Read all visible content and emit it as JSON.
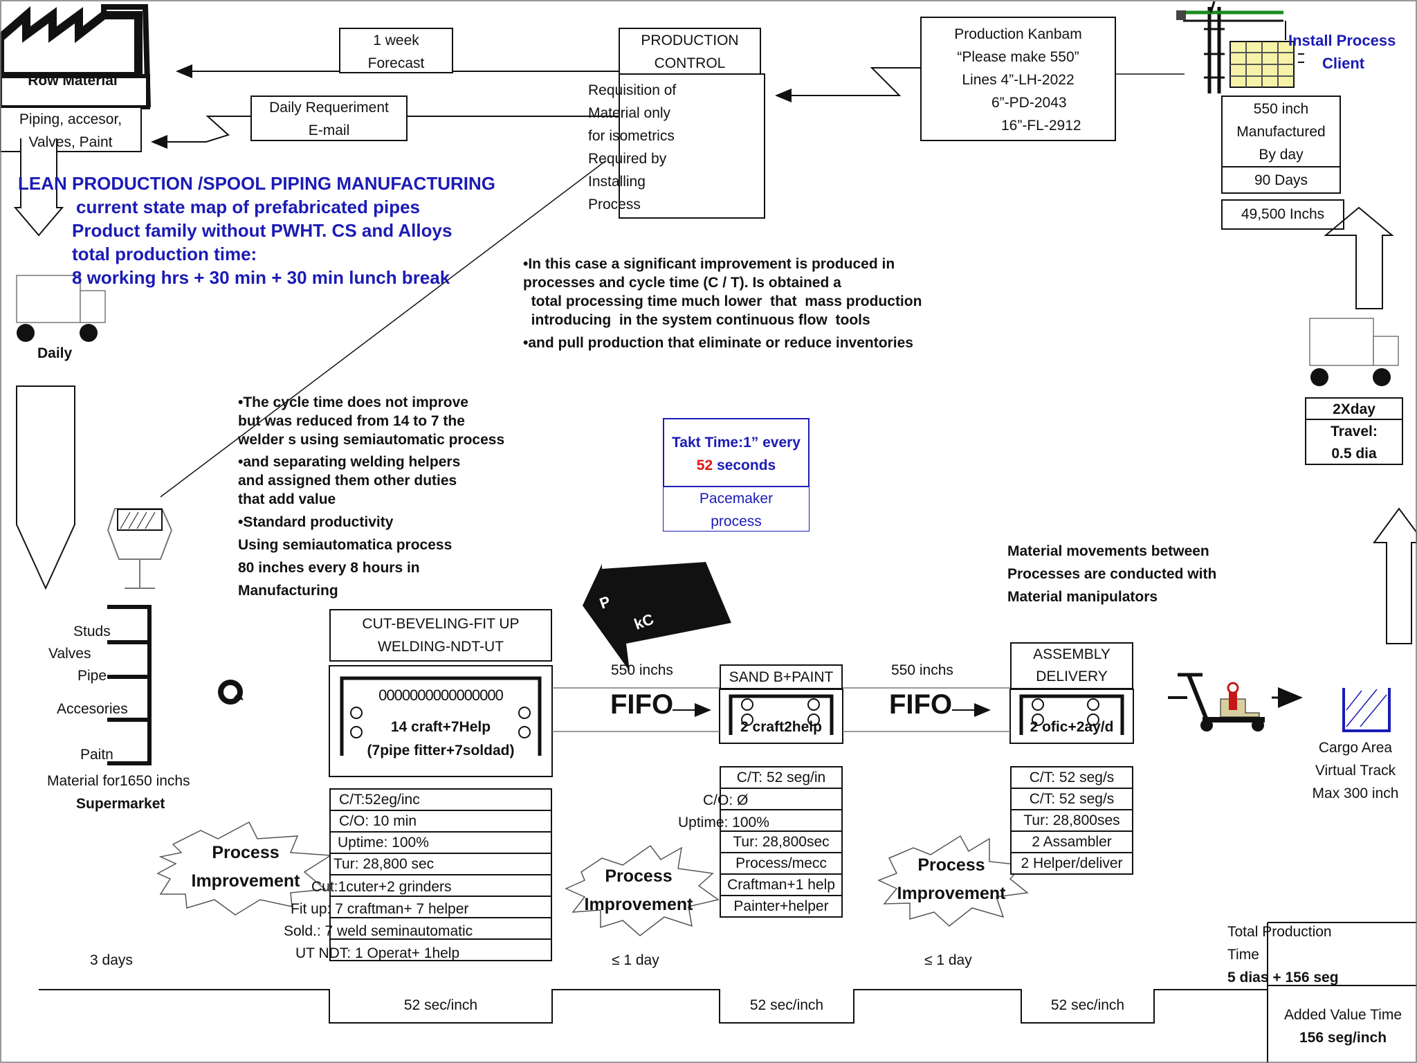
{
  "supplier": {
    "name": "Row Material",
    "items": [
      "Piping, accesor,",
      "Valves, Paint"
    ]
  },
  "forecast": [
    "1 week",
    "Forecast"
  ],
  "daily_requirement": [
    "Daily Requeriment",
    "E-mail"
  ],
  "production_control": {
    "title": [
      "PRODUCTION",
      "CONTROL"
    ],
    "body": [
      "Requisition  of",
      "Material only",
      "for  isometrics",
      "Required by",
      "Installing",
      "Process"
    ]
  },
  "kanban": [
    "Production Kanbam",
    "“Please  make  550”",
    "Lines 4”-LH-2022",
    "6”-PD-2043",
    "16”-FL-2912"
  ],
  "client": {
    "name": [
      "Install Process",
      "Client"
    ],
    "data": [
      "550 inch",
      "Manufactured",
      "By day"
    ],
    "days": "90 Days",
    "total": "49,500 Inchs"
  },
  "title_lines": [
    "LEAN PRODUCTION /SPOOL  PIPING MANUFACTURING",
    "current state map of prefabricated pipes",
    "Product family without PWHT. CS and Alloys",
    "total production time:",
    "8 working hrs + 30 min  + 30 min lunch break"
  ],
  "daily_label": "Daily",
  "shipping": [
    "2Xday",
    "Travel:",
    "0.5 dia"
  ],
  "improvement_notes": [
    "•In this case a significant improvement is produced in",
    "processes and cycle time (C / T). Is obtained a",
    "  total processing time much lower  that  mass production",
    "  introducing  in the system continuous flow  tools",
    "•and pull production that eliminate or reduce inventories"
  ],
  "cycle_notes": [
    "•The cycle time does not improve",
    "but was reduced from 14 to 7 the",
    "welder s using semiautomatic process",
    "•and separating welding helpers",
    "and assigned them other duties",
    "that add value",
    "•Standard productivity",
    "Using semiautomatica process",
    "80 inches every 8 hours in",
    "Manufacturing"
  ],
  "takt": {
    "prefix": "Takt Time:1” every",
    "seconds": "52",
    "suffix": "seconds"
  },
  "pacemaker": [
    "Pacemaker",
    "process"
  ],
  "material_notes": [
    "Material movements between",
    "Processes are conducted with",
    "Material manipulators"
  ],
  "supermarket": {
    "items": [
      "Studs",
      "Valves",
      "Pipe",
      "Accesories",
      "Paitn"
    ],
    "material": "Material for1650 inchs",
    "label": "Supermarket"
  },
  "process1": {
    "title": [
      "CUT-BEVELING-FIT UP",
      "WELDING-NDT-UT"
    ],
    "operators_marks": "0000000000000000",
    "crew": [
      "14 craft+7Help",
      "(7pipe fitter+7soldad)"
    ],
    "data": [
      "C/T:52eg/inc",
      "C/O: 10 min",
      "Uptime: 100%",
      "Tur: 28,800 sec",
      "Cut:1cuter+2 grinders",
      "Fit up: 7 craftman+ 7 helper",
      "Sold.: 7 weld seminautomatic",
      "UT NDT: 1 Operat+ 1help"
    ]
  },
  "process2": {
    "title": "SAND B+PAINT",
    "crew": "2 craft2help",
    "data": [
      "C/T: 52 seg/in",
      "C/O: Ø",
      "Uptime: 100%",
      "Tur: 28,800sec",
      "Process/mecc",
      "Craftman+1 help",
      "Painter+helper"
    ]
  },
  "process3": {
    "title": [
      "ASSEMBLY",
      "DELIVERY"
    ],
    "crew": "2 ofic+2ay/d",
    "data": [
      "C/T: 52 seg/s",
      "C/T: 52 seg/s",
      "Tur: 28,800ses",
      "2 Assambler",
      "2 Helper/deliver"
    ]
  },
  "buffers": [
    "550 inchs",
    "550 inchs"
  ],
  "fifo": "FIFO",
  "kaizen_text": "Process\nImprovement",
  "cargo": [
    "Cargo Area",
    "Virtual Track",
    "Max 300  inch"
  ],
  "timeline": {
    "waits": [
      "3 days",
      "≤ 1 day",
      "≤ 1 day"
    ],
    "process_times": [
      "52  sec/inch",
      "52  sec/inch",
      "52  sec/inch"
    ]
  },
  "totals": {
    "production": [
      "Total Production",
      "Time",
      "5 dias + 156 seg"
    ],
    "value_added": [
      "Added Value Time",
      "156 seg/inch"
    ]
  },
  "colors": {
    "accent_blue": "#1b1bb5",
    "takt_red": "#e01818",
    "ink": "#111111"
  }
}
